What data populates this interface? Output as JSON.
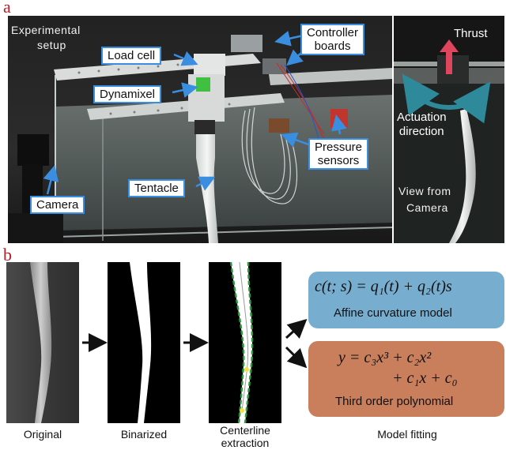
{
  "panel_a": {
    "letter": "a",
    "setup_title_line1": "Experimental",
    "setup_title_line2": "setup",
    "callouts": {
      "load_cell": "Load cell",
      "controller_line1": "Controller",
      "controller_line2": "boards",
      "dynamixel": "Dynamixel",
      "pressure_line1": "Pressure",
      "pressure_line2": "sensors",
      "tentacle": "Tentacle",
      "camera": "Camera"
    },
    "side_photo": {
      "thrust": "Thrust",
      "actuation_line1": "Actuation",
      "actuation_line2": "direction",
      "view_line1": "View from",
      "view_line2": "Camera"
    }
  },
  "panel_b": {
    "letter": "b",
    "captions": {
      "original": "Original",
      "binarized": "Binarized",
      "centerline_line1": "Centerline",
      "centerline_line2": "extraction",
      "model_fitting": "Model fitting"
    },
    "model_affine": {
      "equation": "c(t; s) = q₁(t) + q₂(t)s",
      "label": "Affine curvature model",
      "color": "#77aed0"
    },
    "model_poly": {
      "equation_line1": "y = c₃x³ + c₂x²",
      "equation_line2": "+ c₁x + c₀",
      "label": "Third order polynomial",
      "color": "#c97e5c"
    }
  },
  "colors": {
    "letter": "#b3202a",
    "callout_border": "#3a8ee0",
    "thrust_arrow": "#e0455e",
    "actuation_arrow": "#2e8a9a",
    "fit_green": "#2a9a3c",
    "fit_yellow": "#f0e040"
  }
}
